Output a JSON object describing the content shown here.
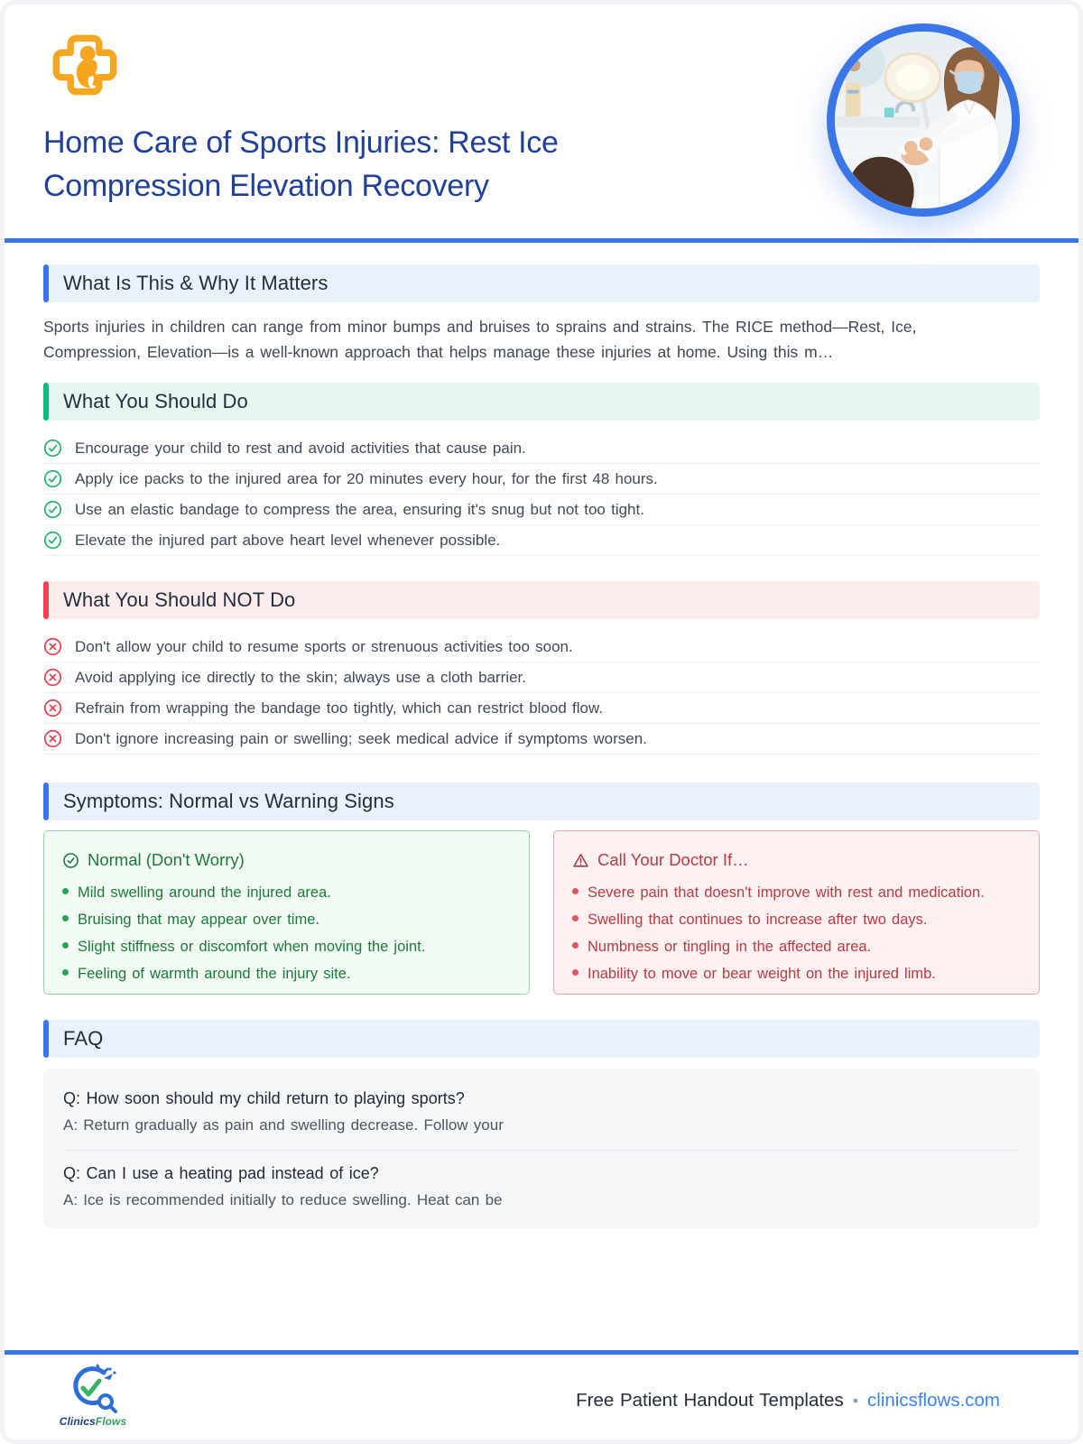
{
  "colors": {
    "accent-blue": "#3b76e8",
    "accent-green": "#12b982",
    "accent-red": "#ee4454",
    "title-blue": "#21409a",
    "link-blue": "#3b82f6",
    "brand-orange": "#f6a51f"
  },
  "header": {
    "title": "Home Care of Sports Injuries: Rest Ice Compression Elevation Recovery",
    "logo_icon": "pediatric-cross-icon",
    "photo_icon": "clinic-treatment-photo"
  },
  "sections": {
    "about": {
      "title": "What Is This & Why It Matters",
      "body": "Sports injuries in children can range from minor bumps and bruises to sprains and strains. The RICE method—Rest, Ice, Compression, Elevation—is a well-known approach that helps manage these injuries at home. Using this m…"
    },
    "do": {
      "title": "What You Should Do",
      "icon": "check-circle-icon",
      "items": [
        "Encourage your child to rest and avoid activities that cause pain.",
        "Apply ice packs to the injured area for 20 minutes every hour, for the first 48 hours.",
        "Use an elastic bandage to compress the area, ensuring it's snug but not too tight.",
        "Elevate the injured part above heart level whenever possible."
      ]
    },
    "dont": {
      "title": "What You Should NOT Do",
      "icon": "x-circle-icon",
      "items": [
        "Don't allow your child to resume sports or strenuous activities too soon.",
        "Avoid applying ice directly to the skin; always use a cloth barrier.",
        "Refrain from wrapping the bandage too tightly, which can restrict blood flow.",
        "Don't ignore increasing pain or swelling; seek medical advice if symptoms worsen."
      ]
    },
    "symptoms": {
      "title": "Symptoms: Normal vs Warning Signs",
      "normal": {
        "title": "Normal (Don't Worry)",
        "icon": "check-circle-icon",
        "items": [
          "Mild swelling around the injured area.",
          "Bruising that may appear over time.",
          "Slight stiffness or discomfort when moving the joint.",
          "Feeling of warmth around the injury site."
        ]
      },
      "warning": {
        "title": "Call Your Doctor If…",
        "icon": "warning-triangle-icon",
        "items": [
          "Severe pain that doesn't improve with rest and medication.",
          "Swelling that continues to increase after two days.",
          "Numbness or tingling in the affected area.",
          "Inability to move or bear weight on the injured limb."
        ]
      }
    },
    "faq": {
      "title": "FAQ",
      "items": [
        {
          "q": "Q: How soon should my child return to playing sports?",
          "a": "A: Return gradually as pain and swelling decrease. Follow your"
        },
        {
          "q": "Q: Can I use a heating pad instead of ice?",
          "a": "A: Ice is recommended initially to reduce swelling. Heat can be"
        }
      ]
    }
  },
  "footer": {
    "brand_icon": "clinicsflows-logo",
    "brand_clinics": "Clinics",
    "brand_flows": "Flows",
    "text": "Free Patient Handout Templates",
    "separator": "•",
    "link": "clinicsflows.com"
  }
}
